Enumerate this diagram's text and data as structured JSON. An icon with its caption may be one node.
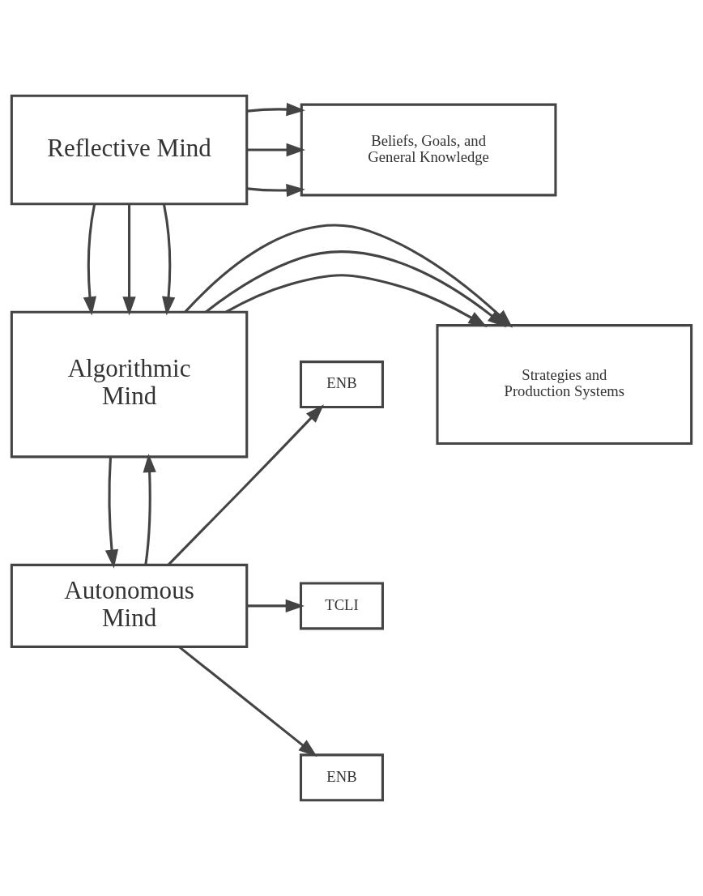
{
  "diagram": {
    "nodes": [
      {
        "text": [
          "Reflective Mind"
        ]
      },
      {
        "text": [
          "Beliefs, Goals, and General Knowledge"
        ]
      },
      {
        "text": [
          "Algorithmic Mind"
        ]
      },
      {
        "text": [
          "Strategies and Production Systems"
        ]
      },
      {
        "text": [
          "Autonomous Mind"
        ]
      },
      {
        "text": [
          "ENB"
        ]
      },
      {
        "text": [
          "TCLI"
        ]
      },
      {
        "text": [
          "ENB"
        ]
      }
    ],
    "edges": [
      {
        "from": 0,
        "to": 1,
        "arrow": "to"
      },
      {
        "from": 0,
        "to": 1,
        "arrow": "to"
      },
      {
        "from": 0,
        "to": 1,
        "arrow": "to"
      },
      {
        "from": 0,
        "to": 2,
        "arrow": "to"
      },
      {
        "from": 0,
        "to": 2,
        "arrow": "to"
      },
      {
        "from": 0,
        "to": 2,
        "arrow": "to"
      },
      {
        "from": 2,
        "to": 3,
        "arrow": "to"
      },
      {
        "from": 2,
        "to": 3,
        "arrow": "to"
      },
      {
        "from": 2,
        "to": 3,
        "arrow": "to"
      },
      {
        "from": 4,
        "to": 2,
        "arrow": "to"
      },
      {
        "from": 2,
        "to": 4,
        "arrow": "to"
      },
      {
        "from": 4,
        "to": 5,
        "arrow": "to"
      },
      {
        "from": 4,
        "to": 6,
        "arrow": "to"
      },
      {
        "from": 4,
        "to": 7,
        "arrow": "to"
      }
    ]
  }
}
